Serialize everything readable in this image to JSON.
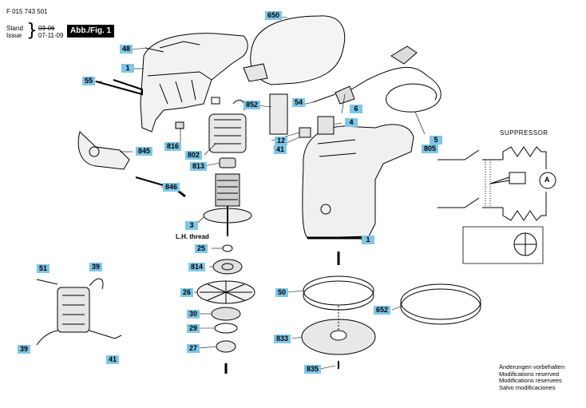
{
  "header": {
    "doc_number": "F 015 743 501",
    "stand_label": "Stand",
    "issue_label": "Issue",
    "old_date": "03-06",
    "new_date": "07-11-09",
    "figure_label": "Abb./Fig. 1"
  },
  "callouts": {
    "c48": "48",
    "c1a": "1",
    "c55": "55",
    "c650": "650",
    "c816": "816",
    "c845": "845",
    "c852": "852",
    "c54": "54",
    "c6": "6",
    "c4": "4",
    "c12": "12",
    "c41a": "41",
    "c5": "5",
    "c805": "805",
    "c802": "802",
    "c813": "813",
    "c846": "846",
    "c3": "3",
    "c25": "25",
    "c814": "814",
    "c26": "26",
    "c30": "30",
    "c29": "29",
    "c27": "27",
    "c1b": "1",
    "c50": "50",
    "c652": "652",
    "c833": "833",
    "c835": "835",
    "c51": "51",
    "c39a": "39",
    "c39b": "39",
    "c41b": "41"
  },
  "thread_label": "L.H. thread",
  "circuit": {
    "label": "SUPPRESSOR",
    "motor_symbol": "A"
  },
  "notes": [
    "Änderungen vorbehalten",
    "Modifications reserved",
    "Modifications reservees",
    "Salvo modificaciones"
  ],
  "colors": {
    "callout_bg": "#7fc6e8",
    "ink": "#000000",
    "badge_bg": "#000000"
  },
  "icons": [
    "down-arrow-icon",
    "down-arrow-icon"
  ]
}
